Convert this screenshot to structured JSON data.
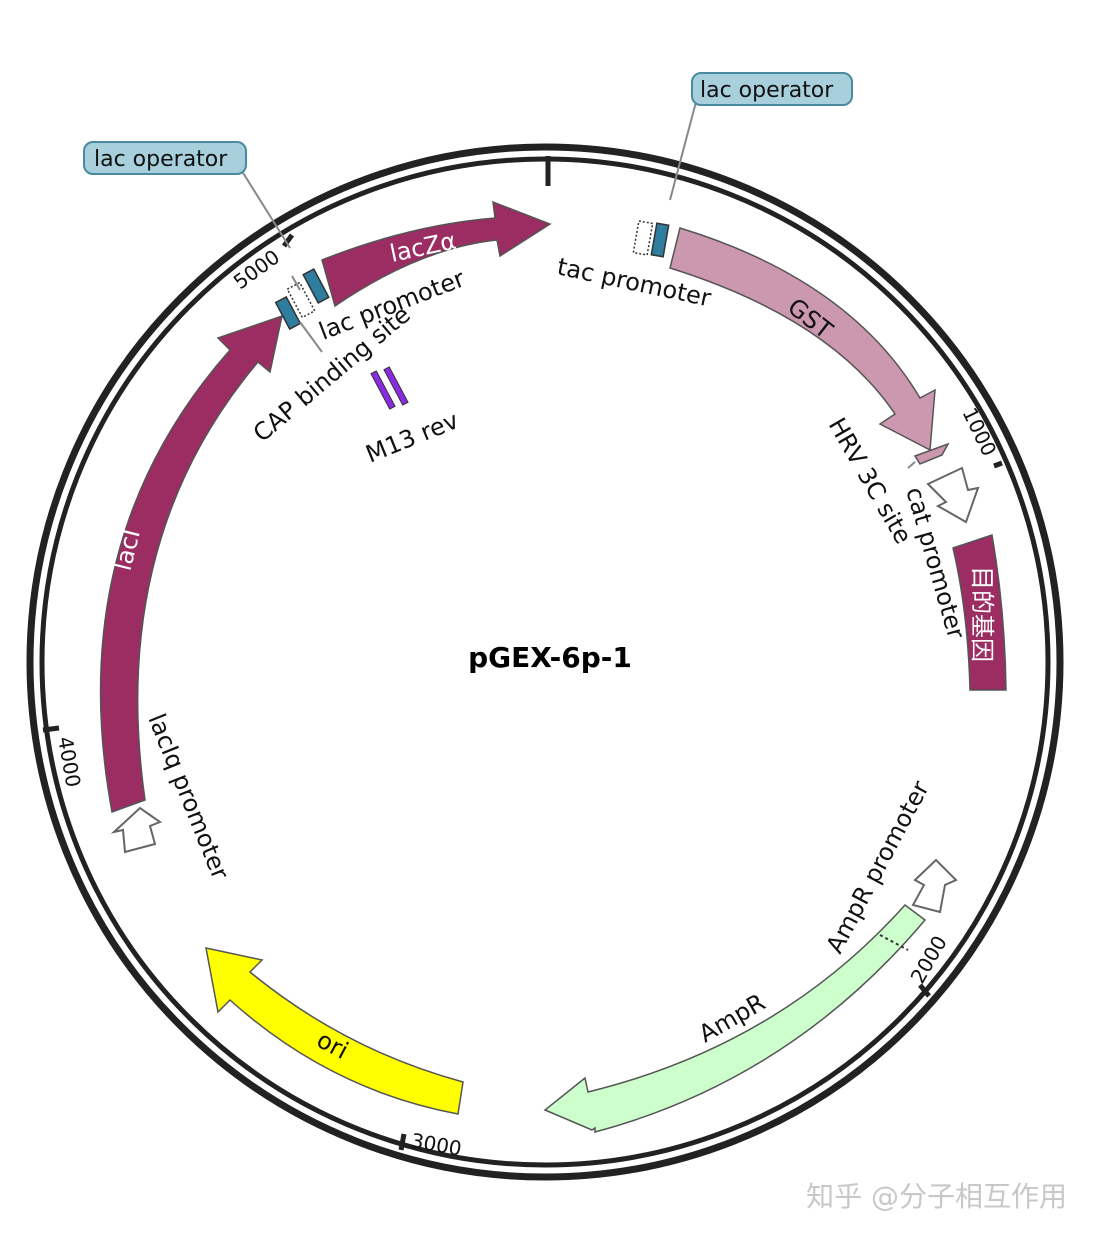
{
  "plasmid": {
    "name": "pGEX-6p-1",
    "ticks": [
      "1000",
      "2000",
      "3000",
      "4000",
      "5000"
    ]
  },
  "features": {
    "lacZa": "lacZα",
    "GST": "GST",
    "gene": "目的基因",
    "lacI": "lacI",
    "ori": "ori",
    "AmpR": "AmpR"
  },
  "labels": {
    "lac_operator_left": "lac operator",
    "lac_operator_right": "lac operator",
    "lac_promoter": "lac promoter",
    "cap_site": "CAP binding site",
    "m13_rev": "M13 rev",
    "tac_promoter": "tac promoter",
    "hrv_site": "HRV 3C site",
    "cat_promoter": "cat promoter",
    "laciq_promoter": "lacIq promoter",
    "ampr_promoter": "AmpR promoter",
    "ampr": "AmpR"
  },
  "watermark": "知乎 @分子相互作用",
  "colors": {
    "maroon": "#9b2d62",
    "gst": "#cc98b0",
    "ampr": "#ccffcc",
    "ori": "#ffff00",
    "operator": "#2e7d9e",
    "callout": "#a8d0dc",
    "m13": "#8a2be2"
  }
}
